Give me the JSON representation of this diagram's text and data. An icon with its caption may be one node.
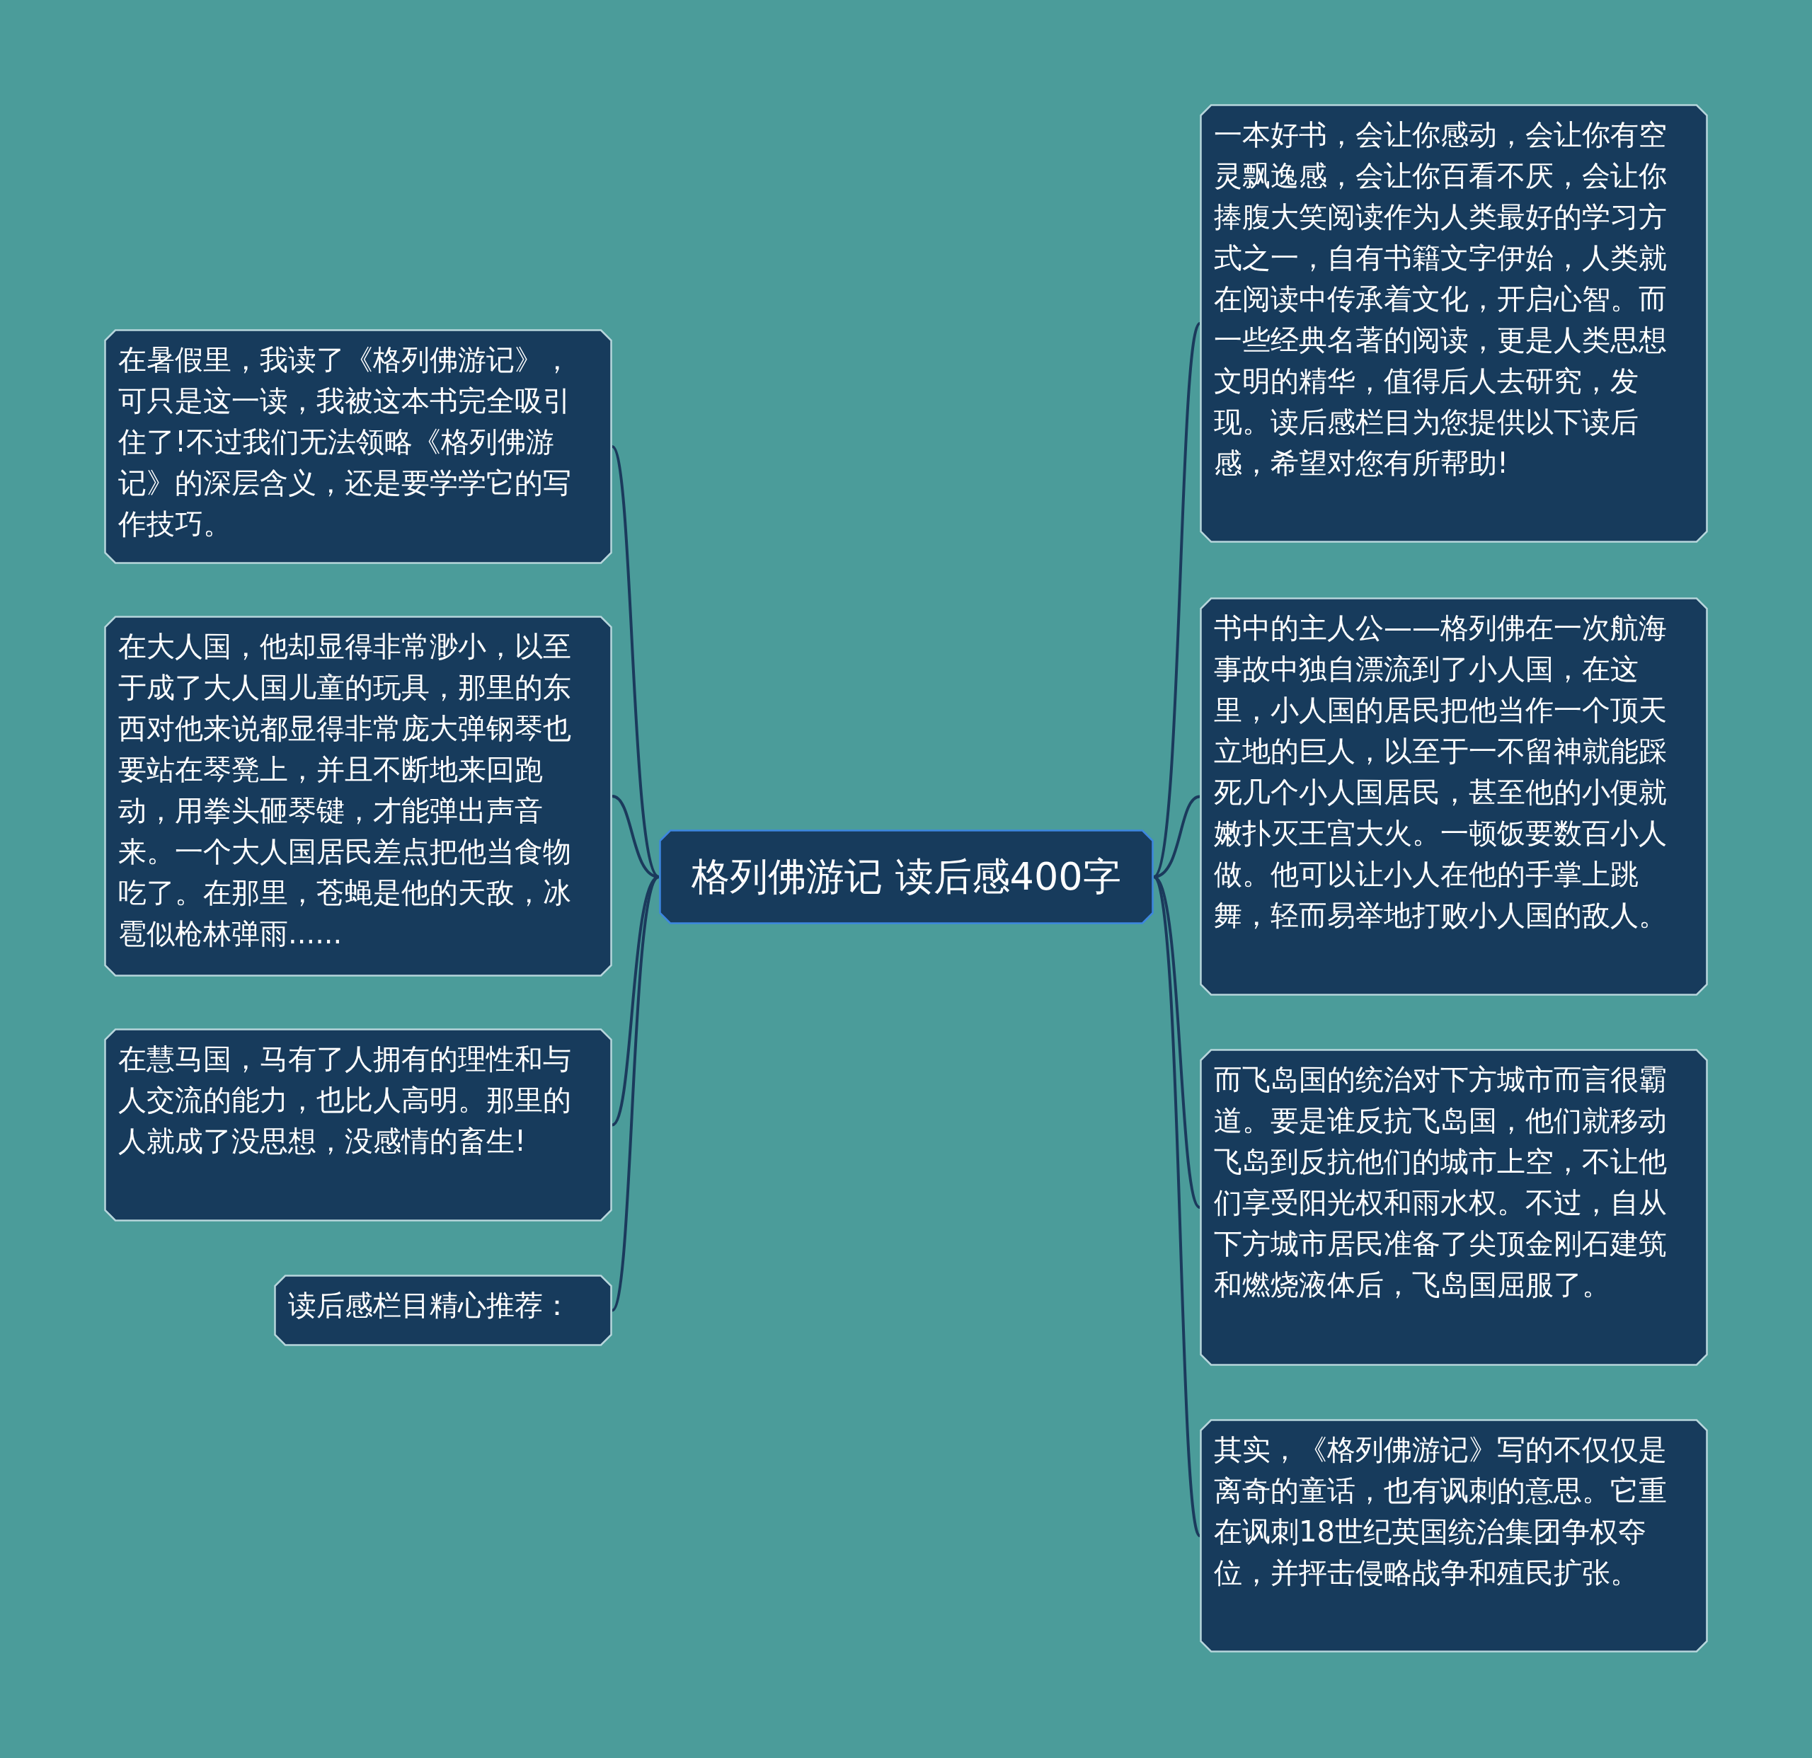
{
  "diagram": {
    "nodes": [
      {
        "text": [
          "格列佛游记 读后感400字"
        ]
      },
      {
        "text": [
          "一本好书，会让你感动，会让你有空灵飘逸感，会让你百看不厌，会让你捧腹大笑阅读作为人类最好的学习方式之一，自有书籍文字伊始，人类就在阅读中传承着文化，开启心智。而一些经典名著的阅读，更是人类思想文明的精华，值得后人去研究，发现。读后感栏目为您提供以下读后感，希望对您有所帮助!"
        ]
      },
      {
        "text": [
          "书中的主人公——格列佛在一次航海事故中独自漂流到了小人国，在这里，小人国的居民把他当作一个顶天立地的巨人，以至于一不留神就能踩死几个小人国居民，甚至他的小便就嫩扑灭王宫大火。一顿饭要数百小人做。他可以让小人在他的手掌上跳舞，轻而易举地打败小人国的敌人。"
        ]
      },
      {
        "text": [
          "而飞岛国的统治对下方城市而言很霸道。要是谁反抗飞岛国，他们就移动飞岛到反抗他们的城市上空，不让他们享受阳光权和雨水权。不过，自从下方城市居民准备了尖顶金刚石建筑和燃烧液体后，飞岛国屈服了。"
        ]
      },
      {
        "text": [
          "其实，《格列佛游记》写的不仅仅是离奇的童话，也有讽刺的意思。它重在讽刺18世纪英国统治集团争权夺位，并抨击侵略战争和殖民扩张。"
        ]
      },
      {
        "text": [
          "在暑假里，我读了《格列佛游记》，可只是这一读，我被这本书完全吸引住了!不过我们无法领略《格列佛游记》的深层含义，还是要学学它的写作技巧。"
        ]
      },
      {
        "text": [
          "在大人国，他却显得非常渺小，以至于成了大人国儿童的玩具，那里的东西对他来说都显得非常庞大弹钢琴也要站在琴凳上，并且不断地来回跑动，用拳头砸琴键，才能弹出声音来。一个大人国居民差点把他当食物吃了。在那里，苍蝇是他的天敌，冰雹似枪林弹雨......"
        ]
      },
      {
        "text": [
          "在慧马国，马有了人拥有的理性和与人交流的能力，也比人高明。那里的人就成了没思想，没感情的畜生!"
        ]
      },
      {
        "text": [
          "读后感栏目精心推荐："
        ]
      }
    ],
    "edges": [
      {
        "from": 0,
        "to": 1,
        "arrow": "none"
      },
      {
        "from": 0,
        "to": 2,
        "arrow": "none"
      },
      {
        "from": 0,
        "to": 3,
        "arrow": "none"
      },
      {
        "from": 0,
        "to": 4,
        "arrow": "none"
      },
      {
        "from": 0,
        "to": 5,
        "arrow": "none"
      },
      {
        "from": 0,
        "to": 6,
        "arrow": "none"
      },
      {
        "from": 0,
        "to": 7,
        "arrow": "none"
      },
      {
        "from": 0,
        "to": 8,
        "arrow": "none"
      }
    ]
  }
}
